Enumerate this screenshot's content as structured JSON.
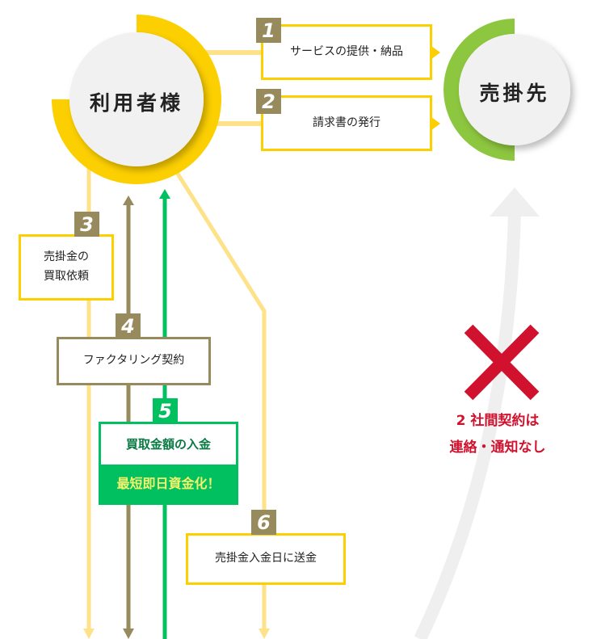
{
  "nodes": {
    "user": "利用者様",
    "counterparty": "売掛先"
  },
  "steps": [
    {
      "number": "1",
      "label": "サービスの提供・納品"
    },
    {
      "number": "2",
      "label": "請求書の発行"
    },
    {
      "number": "3",
      "label_line1": "売掛金の",
      "label_line2": "買取依頼"
    },
    {
      "number": "4",
      "label": "ファクタリング契約"
    },
    {
      "number": "5",
      "label": "買取金額の入金",
      "highlight": "最短即日資金化！"
    },
    {
      "number": "6",
      "label": "売掛金入金日に送金"
    }
  ],
  "notice": {
    "line1": "2 社間契約は",
    "line2": "連絡・通知なし",
    "icon": "cross-icon"
  },
  "colors": {
    "yellow": "#fccf00",
    "light_yellow": "#fde28a",
    "olive": "#978a5c",
    "green": "#00c060",
    "lime": "#8dc63f",
    "red": "#d0122e"
  }
}
